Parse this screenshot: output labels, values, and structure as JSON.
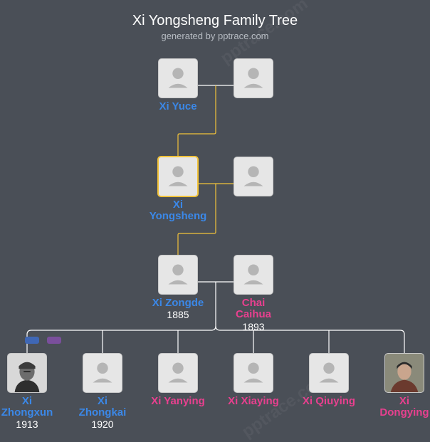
{
  "header": {
    "title": "Xi Yongsheng Family Tree",
    "subtitle": "generated by pptrace.com"
  },
  "watermark": "pptrace.com",
  "colors": {
    "background": "#4a4f57",
    "male": "#3b88e8",
    "female": "#e8408f",
    "highlight": "#f2c33a",
    "connector": "#ffffff"
  },
  "people": {
    "xi_yuce": {
      "name": "Xi Yuce"
    },
    "xi_yongsheng": {
      "name_line1": "Xi",
      "name_line2": "Yongsheng"
    },
    "xi_zongde": {
      "name": "Xi Zongde",
      "year": "1885"
    },
    "chai_caihua": {
      "name_line1": "Chai",
      "name_line2": "Caihua",
      "year": "1893"
    },
    "xi_zhongxun": {
      "name_line1": "Xi",
      "name_line2": "Zhongxun",
      "year": "1913"
    },
    "xi_zhongkai": {
      "name_line1": "Xi",
      "name_line2": "Zhongkai",
      "year": "1920"
    },
    "xi_yanying": {
      "name": "Xi Yanying"
    },
    "xi_xiaying": {
      "name": "Xi Xiaying"
    },
    "xi_qiuying": {
      "name": "Xi Qiuying"
    },
    "xi_dongying": {
      "name_line1": "Xi",
      "name_line2": "Dongying"
    }
  }
}
